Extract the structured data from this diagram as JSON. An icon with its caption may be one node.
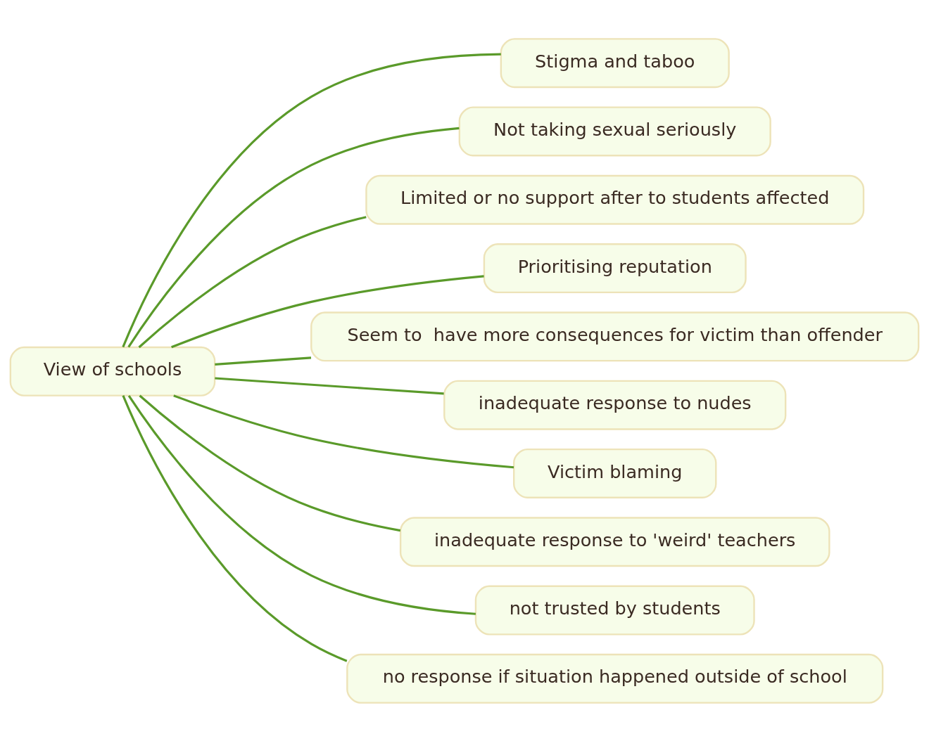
{
  "diagram": {
    "nodes": [
      {
        "text": [
          "View of schools"
        ]
      },
      {
        "text": [
          "Stigma and taboo"
        ]
      },
      {
        "text": [
          "Not taking sexual seriously"
        ]
      },
      {
        "text": [
          "Limited or no support after to students affected"
        ]
      },
      {
        "text": [
          "Prioritising reputation"
        ]
      },
      {
        "text": [
          "Seem to  have more consequences for victim than offender"
        ]
      },
      {
        "text": [
          "inadequate response to nudes"
        ]
      },
      {
        "text": [
          "Victim blaming"
        ]
      },
      {
        "text": [
          "inadequate response to 'weird' teachers"
        ]
      },
      {
        "text": [
          "not trusted by students"
        ]
      },
      {
        "text": [
          "no response if situation happened outside of school"
        ]
      }
    ],
    "edges": [
      {
        "from": 0,
        "to": 1,
        "arrow": "none"
      },
      {
        "from": 0,
        "to": 2,
        "arrow": "none"
      },
      {
        "from": 0,
        "to": 3,
        "arrow": "none"
      },
      {
        "from": 0,
        "to": 4,
        "arrow": "none"
      },
      {
        "from": 0,
        "to": 5,
        "arrow": "none"
      },
      {
        "from": 0,
        "to": 6,
        "arrow": "none"
      },
      {
        "from": 0,
        "to": 7,
        "arrow": "none"
      },
      {
        "from": 0,
        "to": 8,
        "arrow": "none"
      },
      {
        "from": 0,
        "to": 9,
        "arrow": "none"
      },
      {
        "from": 0,
        "to": 10,
        "arrow": "none"
      }
    ]
  }
}
